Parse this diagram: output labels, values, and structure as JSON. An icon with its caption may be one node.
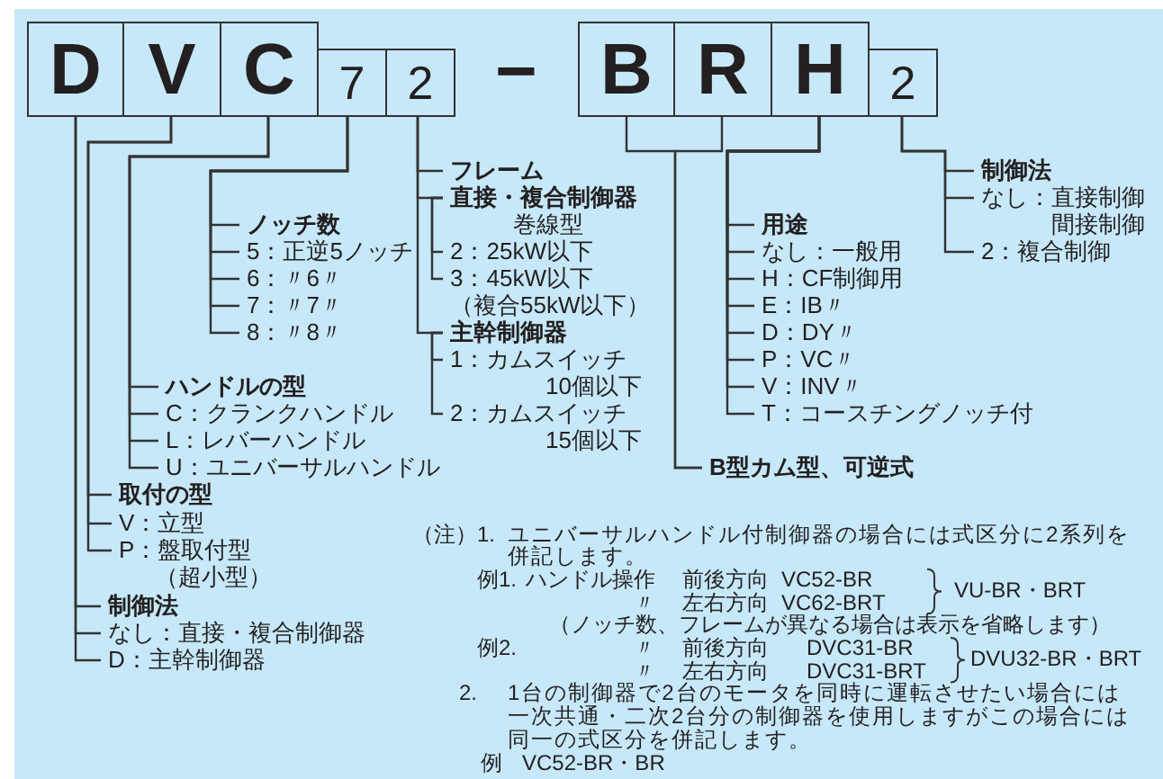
{
  "diagram": {
    "nodes": [
      {
        "text": [
          "D"
        ]
      },
      {
        "text": [
          "V"
        ]
      },
      {
        "text": [
          "C"
        ]
      },
      {
        "text": [
          "7"
        ]
      },
      {
        "text": [
          "2"
        ]
      },
      {
        "text": [
          "B"
        ]
      },
      {
        "text": [
          "R"
        ]
      },
      {
        "text": [
          "H"
        ]
      },
      {
        "text": [
          "2"
        ]
      },
      {
        "text": [
          "フレーム"
        ]
      },
      {
        "text": [
          "直接・複合制御器",
          "巻線型"
        ]
      },
      {
        "text": [
          "2：25kW以下"
        ]
      },
      {
        "text": [
          "3：45kW以下",
          "（複合55kW以下）"
        ]
      },
      {
        "text": [
          "主幹制御器"
        ]
      },
      {
        "text": [
          "1：カムスイッチ",
          "10個以下"
        ]
      },
      {
        "text": [
          "2：カムスイッチ",
          "15個以下"
        ]
      },
      {
        "text": [
          "ノッチ数"
        ]
      },
      {
        "text": [
          "5：正逆5ノッチ"
        ]
      },
      {
        "text": [
          "6：〃6〃"
        ]
      },
      {
        "text": [
          "7：〃7〃"
        ]
      },
      {
        "text": [
          "8：〃8〃"
        ]
      },
      {
        "text": [
          "ハンドルの型"
        ]
      },
      {
        "text": [
          "C：クランクハンドル"
        ]
      },
      {
        "text": [
          "L：レバーハンドル"
        ]
      },
      {
        "text": [
          "U：ユニバーサルハンドル"
        ]
      },
      {
        "text": [
          "取付の型"
        ]
      },
      {
        "text": [
          "V：立型"
        ]
      },
      {
        "text": [
          "P：盤取付型",
          "（超小型）"
        ]
      },
      {
        "text": [
          "制御法"
        ]
      },
      {
        "text": [
          "なし：直接・複合制御器"
        ]
      },
      {
        "text": [
          "D：主幹制御器"
        ]
      },
      {
        "text": [
          "制御法"
        ]
      },
      {
        "text": [
          "なし：直接制御",
          "間接制御"
        ]
      },
      {
        "text": [
          "2：複合制御"
        ]
      },
      {
        "text": [
          "用途"
        ]
      },
      {
        "text": [
          "なし：一般用"
        ]
      },
      {
        "text": [
          "H：CF制御用"
        ]
      },
      {
        "text": [
          "E：IB〃"
        ]
      },
      {
        "text": [
          "D：DY〃"
        ]
      },
      {
        "text": [
          "P：VC〃"
        ]
      },
      {
        "text": [
          "V：INV〃"
        ]
      },
      {
        "text": [
          "T：コースチングノッチ付"
        ]
      },
      {
        "text": [
          "B型カム型、可逆式"
        ]
      }
    ],
    "edges": [
      {
        "from": 4,
        "to": 9,
        "arrow": "none"
      },
      {
        "from": 4,
        "to": 10,
        "arrow": "none"
      },
      {
        "from": 4,
        "to": 13,
        "arrow": "none"
      },
      {
        "from": 10,
        "to": 11,
        "arrow": "none"
      },
      {
        "from": 10,
        "to": 12,
        "arrow": "none"
      },
      {
        "from": 13,
        "to": 14,
        "arrow": "none"
      },
      {
        "from": 13,
        "to": 15,
        "arrow": "none"
      },
      {
        "from": 3,
        "to": 16,
        "arrow": "none"
      },
      {
        "from": 3,
        "to": 17,
        "arrow": "none"
      },
      {
        "from": 3,
        "to": 18,
        "arrow": "none"
      },
      {
        "from": 3,
        "to": 19,
        "arrow": "none"
      },
      {
        "from": 3,
        "to": 20,
        "arrow": "none"
      },
      {
        "from": 2,
        "to": 21,
        "arrow": "none"
      },
      {
        "from": 2,
        "to": 22,
        "arrow": "none"
      },
      {
        "from": 2,
        "to": 23,
        "arrow": "none"
      },
      {
        "from": 2,
        "to": 24,
        "arrow": "none"
      },
      {
        "from": 1,
        "to": 25,
        "arrow": "none"
      },
      {
        "from": 1,
        "to": 26,
        "arrow": "none"
      },
      {
        "from": 1,
        "to": 27,
        "arrow": "none"
      },
      {
        "from": 0,
        "to": 28,
        "arrow": "none"
      },
      {
        "from": 0,
        "to": 29,
        "arrow": "none"
      },
      {
        "from": 0,
        "to": 30,
        "arrow": "none"
      },
      {
        "from": 8,
        "to": 31,
        "arrow": "none"
      },
      {
        "from": 8,
        "to": 32,
        "arrow": "none"
      },
      {
        "from": 8,
        "to": 33,
        "arrow": "none"
      },
      {
        "from": 7,
        "to": 34,
        "arrow": "none"
      },
      {
        "from": 7,
        "to": 35,
        "arrow": "none"
      },
      {
        "from": 7,
        "to": 36,
        "arrow": "none"
      },
      {
        "from": 7,
        "to": 37,
        "arrow": "none"
      },
      {
        "from": 7,
        "to": 38,
        "arrow": "none"
      },
      {
        "from": 7,
        "to": 39,
        "arrow": "none"
      },
      {
        "from": 7,
        "to": 40,
        "arrow": "none"
      },
      {
        "from": 7,
        "to": 41,
        "arrow": "none"
      },
      {
        "from": 5,
        "to": 42,
        "arrow": "none"
      },
      {
        "from": 6,
        "to": 42,
        "arrow": "none"
      }
    ],
    "labels": [
      "−",
      "（注）1.",
      "ユニバーサルハンドル付制御器の場合には式区分に2系列を併記します。",
      "例1.",
      "ハンドル操作",
      "前後方向",
      "VC52-BR",
      "〃",
      "左右方向",
      "VC62-BRT",
      "VU-BR・BRT",
      "（ノッチ数、フレームが異なる場合は表示を省略します）",
      "例2.",
      "〃",
      "前後方向",
      "DVC31-BR",
      "〃",
      "左右方向",
      "DVC31-BRT",
      "DVU32-BR・BRT",
      "2.",
      "1台の制御器で2台のモータを同時に運転させたい場合には一次共通・二次2台分の制御器を使用しますがこの場合には同一の式区分を併記します。",
      "例",
      "VC52-BR・BR"
    ]
  }
}
